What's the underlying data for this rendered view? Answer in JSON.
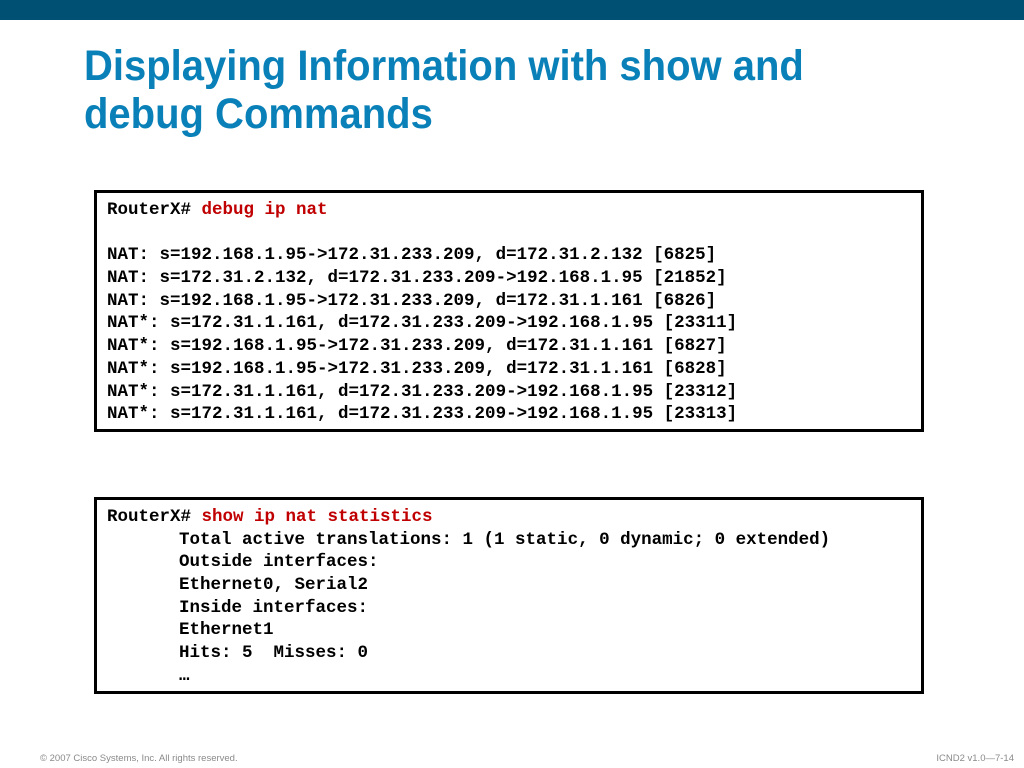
{
  "slide": {
    "title_line1": "Displaying Information with show and",
    "title_line2": "debug Commands"
  },
  "debug_box": {
    "prompt": "RouterX# ",
    "command": "debug ip nat",
    "lines": [
      "NAT: s=192.168.1.95->172.31.233.209, d=172.31.2.132 [6825]",
      "NAT: s=172.31.2.132, d=172.31.233.209->192.168.1.95 [21852]",
      "NAT: s=192.168.1.95->172.31.233.209, d=172.31.1.161 [6826]",
      "NAT*: s=172.31.1.161, d=172.31.233.209->192.168.1.95 [23311]",
      "NAT*: s=192.168.1.95->172.31.233.209, d=172.31.1.161 [6827]",
      "NAT*: s=192.168.1.95->172.31.233.209, d=172.31.1.161 [6828]",
      "NAT*: s=172.31.1.161, d=172.31.233.209->192.168.1.95 [23312]",
      "NAT*: s=172.31.1.161, d=172.31.233.209->192.168.1.95 [23313]"
    ]
  },
  "stats_box": {
    "prompt": "RouterX# ",
    "command": "show ip nat statistics",
    "lines": [
      "Total active translations: 1 (1 static, 0 dynamic; 0 extended)",
      "Outside interfaces:",
      "Ethernet0, Serial2",
      "Inside interfaces:",
      "Ethernet1",
      "Hits: 5  Misses: 0",
      "…"
    ]
  },
  "footer": {
    "copyright": "© 2007 Cisco Systems, Inc. All rights reserved.",
    "course": "ICND2 v1.0—7-14"
  },
  "colors": {
    "top_bar": "#005073",
    "title": "#0a80b8",
    "command": "#c00000"
  }
}
